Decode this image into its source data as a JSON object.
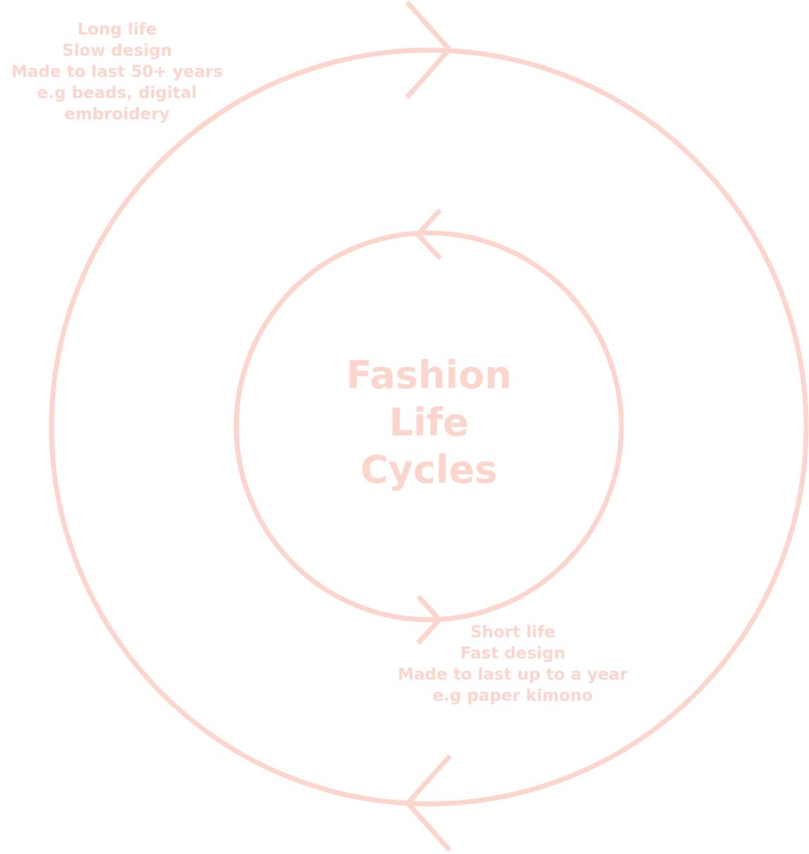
{
  "colors": {
    "accent": "#fcd5cd"
  },
  "title": {
    "lines": [
      "Fashion",
      "Life",
      "Cycles"
    ]
  },
  "outer_cycle": {
    "lines": [
      "Long life",
      "Slow design",
      "Made to last 50+ years",
      "e.g beads, digital",
      "embroidery"
    ]
  },
  "inner_cycle": {
    "lines": [
      "Short life",
      "Fast design",
      "Made to last up to a year",
      "e.g paper kimono"
    ]
  }
}
